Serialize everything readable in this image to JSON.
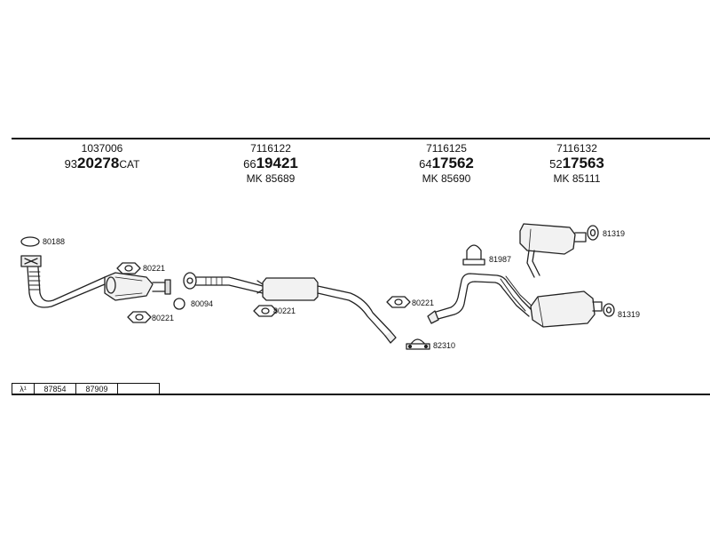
{
  "parts": [
    {
      "oe": "1037006",
      "prefix": "93",
      "number": "20278",
      "suffix": "CAT",
      "mk": ""
    },
    {
      "oe": "7116122",
      "prefix": "66",
      "number": "19421",
      "suffix": "",
      "mk": "MK 85689"
    },
    {
      "oe": "7116125",
      "prefix": "64",
      "number": "17562",
      "suffix": "",
      "mk": "MK 85690"
    },
    {
      "oe": "7116132",
      "prefix": "52",
      "number": "17563",
      "suffix": "",
      "mk": "MK 85111"
    }
  ],
  "refs": {
    "r80188": "80188",
    "r80221a": "80221",
    "r80221b": "80221",
    "r80094": "80094",
    "r80221c": "80221",
    "r80221d": "80221",
    "r82310": "82310",
    "r81987": "81987",
    "r81319a": "81319",
    "r81319b": "81319"
  },
  "table": {
    "lambda": "λ¹",
    "cells": [
      "87854",
      "87909",
      ""
    ]
  }
}
